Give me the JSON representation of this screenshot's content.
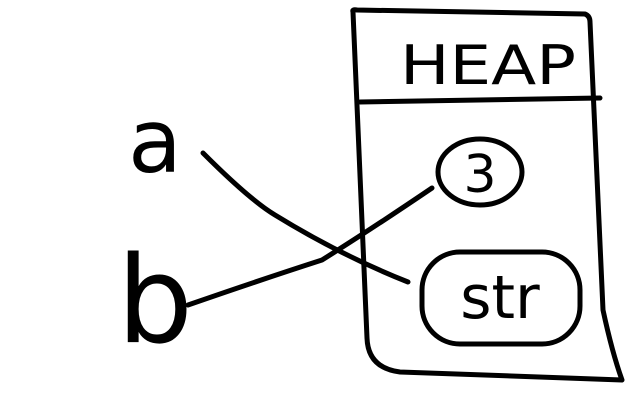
{
  "heap": {
    "title": "HEAP",
    "items": [
      "3",
      "str"
    ]
  },
  "variables": [
    "a",
    "b"
  ],
  "colors": {
    "ink": "#000000",
    "background": "#ffffff"
  }
}
